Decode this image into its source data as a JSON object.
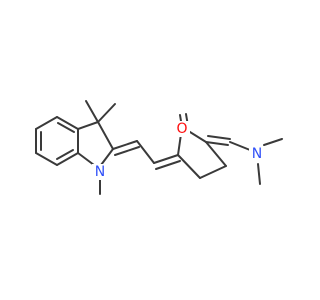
{
  "molecule": {
    "atoms": [
      {
        "id": "O1",
        "label": "O",
        "color": "#ff0d0d"
      },
      {
        "id": "N1",
        "label": "N",
        "color": "#3050f8"
      },
      {
        "id": "N2",
        "label": "N",
        "color": "#3050f8"
      }
    ]
  }
}
